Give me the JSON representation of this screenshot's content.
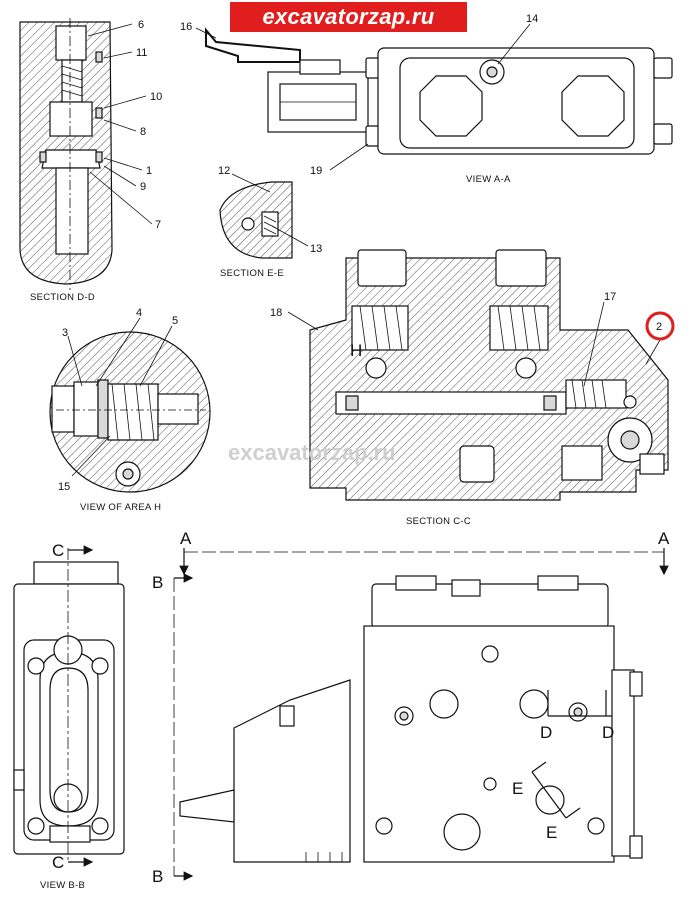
{
  "banner": {
    "text": "excavatorzap.ru",
    "color": "#e01e1e"
  },
  "watermark": {
    "text": "excavatorzap.ru"
  },
  "highlight_color": "#e01e1e",
  "captions": {
    "section_dd": "SECTION  D-D",
    "section_ee": "SECTION  E-E",
    "view_aa": "VIEW  A-A",
    "view_area_h": "VIEW OF AREA  H",
    "section_cc": "SECTION  C-C",
    "view_bb": "VIEW  B-B"
  },
  "callouts": {
    "c1": "1",
    "c2": "2",
    "c3": "3",
    "c4": "4",
    "c5": "5",
    "c6": "6",
    "c7": "7",
    "c8": "8",
    "c9": "9",
    "c10": "10",
    "c11": "11",
    "c12": "12",
    "c13": "13",
    "c14": "14",
    "c15": "15",
    "c16": "16",
    "c17": "17",
    "c18": "18",
    "c19": "19"
  },
  "section_marks": {
    "a": "A",
    "b": "B",
    "c": "C",
    "d": "D",
    "e": "E",
    "h": "H"
  }
}
